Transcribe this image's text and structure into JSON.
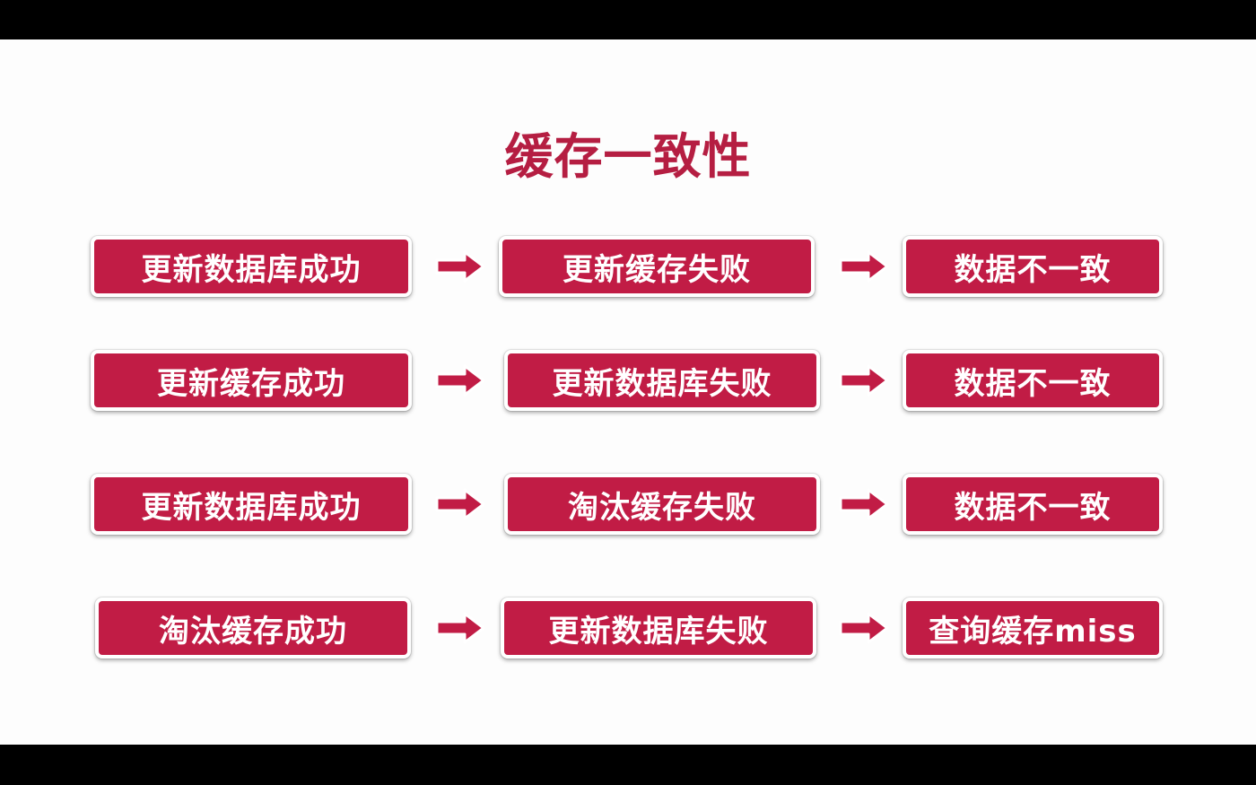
{
  "title": "缓存一致性",
  "rows": [
    {
      "step1": "更新数据库成功",
      "step2": "更新缓存失败",
      "result": "数据不一致"
    },
    {
      "step1": "更新缓存成功",
      "step2": "更新数据库失败",
      "result": "数据不一致"
    },
    {
      "step1": "更新数据库成功",
      "step2": "淘汰缓存失败",
      "result": "数据不一致"
    },
    {
      "step1": "淘汰缓存成功",
      "step2": "更新数据库失败",
      "result": "查询缓存miss"
    }
  ],
  "colors": {
    "accent": "#b51e42",
    "box_fill": "#c11c45",
    "box_border": "#ffffff",
    "arrow_fill": "#c11c45"
  },
  "icons": {
    "connector": "right-arrow-icon"
  }
}
